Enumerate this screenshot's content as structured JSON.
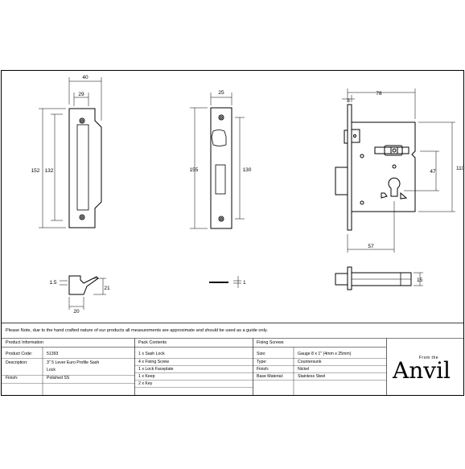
{
  "dimensions": {
    "faceplate_width_total": "40",
    "faceplate_width_inner": "29",
    "faceplate_height_total": "152",
    "faceplate_height_inner": "132",
    "keep_width": "25",
    "keep_height_total": "155",
    "keep_height_inner": "130",
    "case_width": "78",
    "case_offset": "3",
    "cylinder_centre": "47",
    "case_height": "110",
    "backset": "57",
    "lip_width": "20",
    "lip_height": "21",
    "lip_thickness": "1.5",
    "keep_thickness": "1",
    "bolt_depth": "15"
  },
  "note": "Please Note, due to the hand crafted nature of our products all measurements are approximate and should be used as a guide only.",
  "product_info": {
    "header": "Product Information",
    "rows": [
      {
        "label": "Product Code:",
        "value": "51393"
      },
      {
        "label": "Description:",
        "value": "3\" 5 Lever Euro Profile Sash",
        "value2": "Lock"
      },
      {
        "label": "Finish:",
        "value": "Polished SS"
      }
    ]
  },
  "pack_contents": {
    "header": "Pack Contents",
    "items": [
      "1 x Sash Lock",
      "4 x Fixing Screw",
      "1 x Lock Faceplate",
      "1 x Keep",
      "2 x Key"
    ]
  },
  "fixing_screws": {
    "header": "Fixing Screws",
    "rows": [
      {
        "label": "Size:",
        "value": "Gauge 8 x 1\" (4mm x 25mm)"
      },
      {
        "label": "Type:",
        "value": "Countersunk"
      },
      {
        "label": "Finish:",
        "value": "Nickel"
      },
      {
        "label": "Base Material:",
        "value": "Stainless Steel"
      }
    ]
  },
  "logo": {
    "small": "From the",
    "big": "Anvil"
  }
}
